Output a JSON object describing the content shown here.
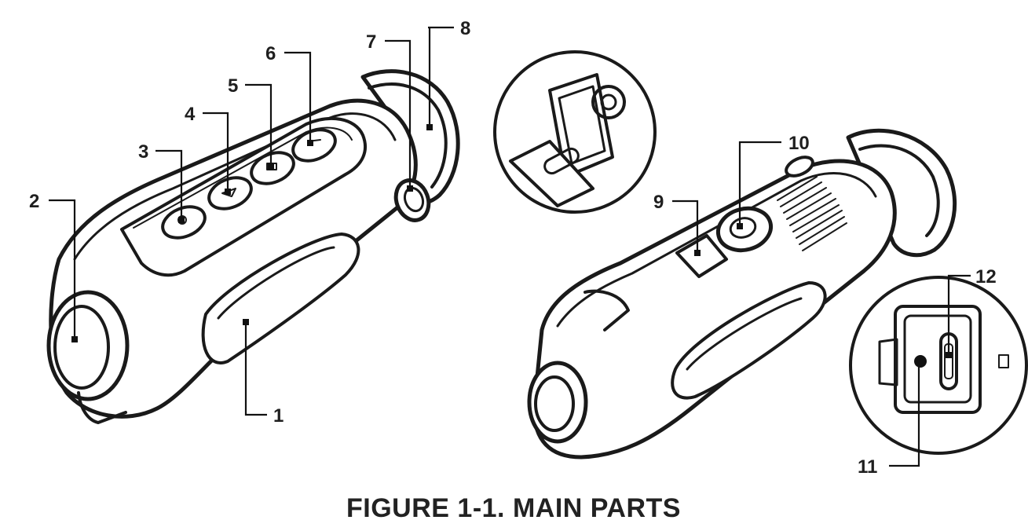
{
  "figure": {
    "caption": "FIGURE 1-1. MAIN PARTS",
    "callouts": {
      "c1": "1",
      "c2": "2",
      "c3": "3",
      "c4": "4",
      "c5": "5",
      "c6": "6",
      "c7": "7",
      "c8": "8",
      "c9": "9",
      "c10": "10",
      "c11": "11",
      "c12": "12"
    }
  },
  "colors": {
    "line": "#1a1a1a",
    "background": "#ffffff"
  }
}
